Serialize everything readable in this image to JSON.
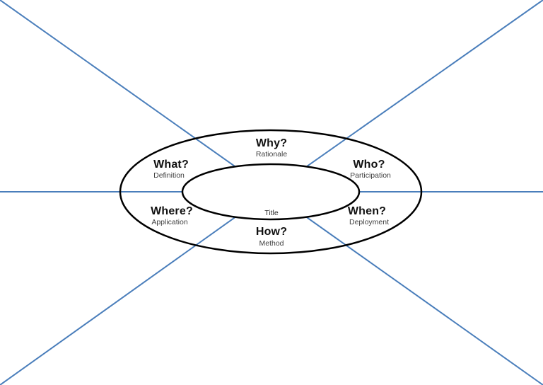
{
  "diagram": {
    "name": "question-ellipse-diagram",
    "center_title_placeholder": "Title",
    "segments": [
      {
        "id": "why",
        "question": "Why?",
        "sublabel": "Rationale"
      },
      {
        "id": "who",
        "question": "Who?",
        "sublabel": "Participation"
      },
      {
        "id": "when",
        "question": "When?",
        "sublabel": "Deployment"
      },
      {
        "id": "how",
        "question": "How?",
        "sublabel": "Method"
      },
      {
        "id": "where",
        "question": "Where?",
        "sublabel": "Application"
      },
      {
        "id": "what",
        "question": "What?",
        "sublabel": "Definition"
      }
    ],
    "colors": {
      "ray_blue": "#4a7ebb",
      "ellipse_stroke": "#000000",
      "background": "#ffffff"
    }
  }
}
